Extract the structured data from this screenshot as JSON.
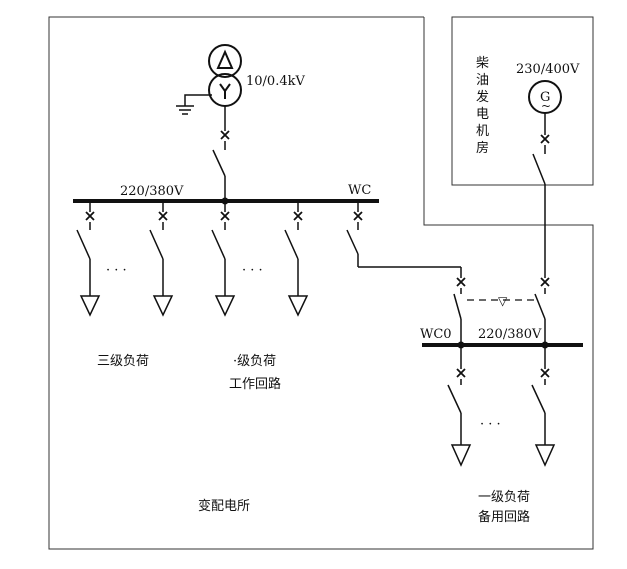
{
  "diagram": {
    "transformer_rating": "10/0.4kV",
    "main_bus_voltage": "220/380V",
    "main_bus_name": "WC",
    "standby_bus_name": "WC0",
    "standby_bus_voltage": "220/380V",
    "generator_voltage": "230/400V",
    "generator_symbol": "G",
    "generator_tilde": "~",
    "generator_room_label": [
      "柴",
      "油",
      "发",
      "电",
      "机",
      "房"
    ],
    "third_class_load": "三级负荷",
    "first_class_load_working": [
      "·级负荷",
      "工作回路"
    ],
    "substation_label": "变配电所",
    "first_class_load_standby": [
      "一级负荷",
      "备用回路"
    ],
    "ellipsis": "· · ·",
    "interlock_symbol": "▽"
  }
}
